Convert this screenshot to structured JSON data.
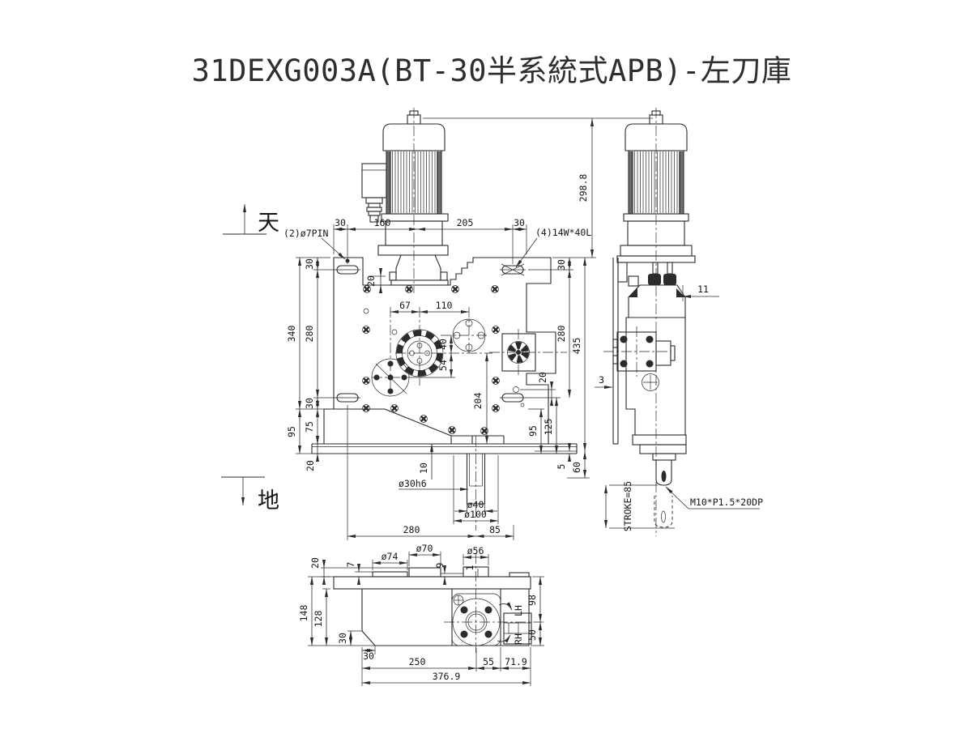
{
  "title": "31DEXG003A(BT-30半系統式APB)-左刀庫",
  "datum_top": "天",
  "datum_bottom": "地",
  "fv": {
    "pin_callout": "(2)ø7PIN",
    "bolt_callout": "(4)14W*40L",
    "top": [
      "30",
      "160",
      "205",
      "30"
    ],
    "left": [
      "340",
      "95",
      "30",
      "280",
      "30",
      "75",
      "20"
    ],
    "right": [
      "30",
      "280",
      "20",
      "125",
      "95",
      "5",
      "435",
      "60"
    ],
    "mid": [
      "67",
      "110",
      "40",
      "54",
      "204",
      "20",
      "10"
    ],
    "bot": [
      "ø30h6",
      "ø40",
      "ø100",
      "280",
      "85"
    ],
    "h": "298.8"
  },
  "sv": {
    "d11": "11",
    "d3": "3",
    "stroke": "STROKE=85",
    "thread": "M10*P1.5*20DP"
  },
  "bv": {
    "top": [
      "20",
      "7",
      "ø74",
      "ø70",
      "9",
      "ø56",
      "1"
    ],
    "left": [
      "148",
      "128"
    ],
    "corner": [
      "30",
      "30"
    ],
    "bot": [
      "250",
      "55",
      "71.9",
      "376.9"
    ],
    "right": [
      "98",
      "50"
    ],
    "lh": "LH",
    "rh": "RH"
  }
}
